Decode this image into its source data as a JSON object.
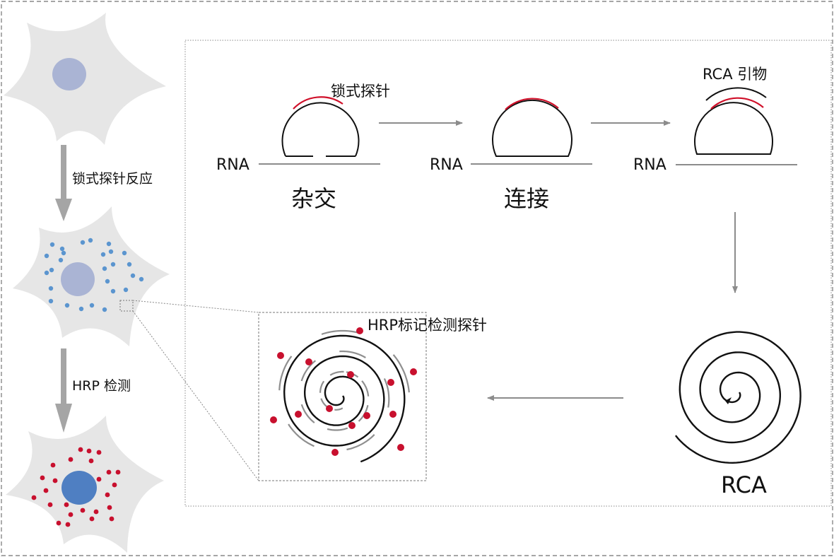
{
  "left_panel": {
    "step1_label": "锁式探针反应",
    "step2_label": "HRP 检测"
  },
  "right_panel": {
    "stage1": {
      "rna_label": "RNA",
      "probe_label": "锁式探针",
      "caption": "杂交"
    },
    "stage2": {
      "rna_label": "RNA",
      "caption": "连接"
    },
    "stage3": {
      "rna_label": "RNA",
      "primer_label": "RCA 引物"
    },
    "rca_label": "RCA",
    "detection_probe_label": "HRP标记检测探针"
  },
  "colors": {
    "cell_fill": "#e6e6e6",
    "nucleus_pale": "#aab4d4",
    "nucleus_dark": "#4f7fc2",
    "blue_dot": "#5b95cf",
    "red_dot": "#c8102e",
    "probe_red": "#d0102a",
    "rna_line": "#8c8c8c",
    "arrow_gray": "#9a9a9a"
  }
}
